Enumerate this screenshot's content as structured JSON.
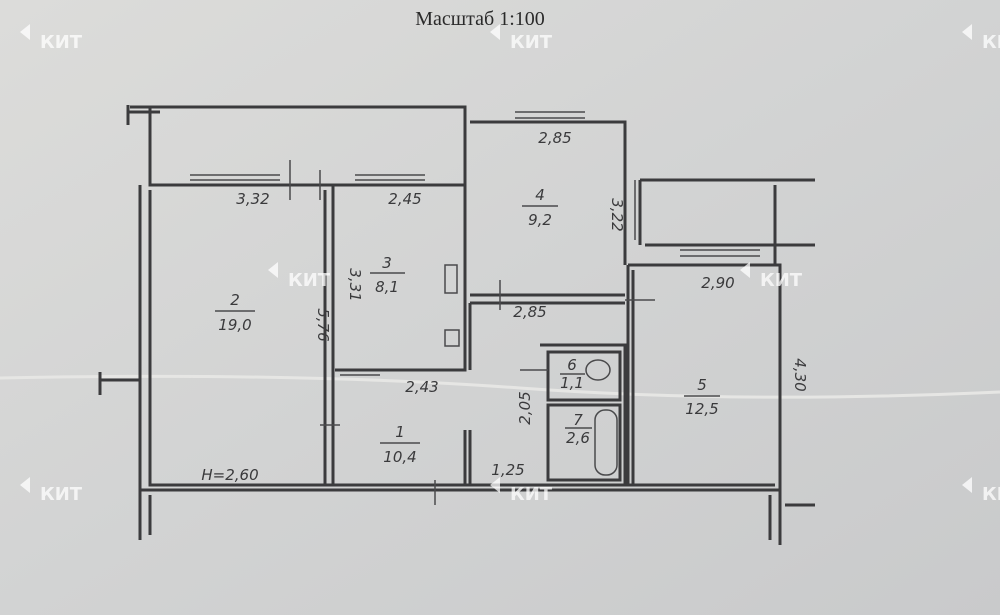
{
  "title": "Масштаб 1:100",
  "watermark": "КИТ",
  "rooms": [
    {
      "number": "1",
      "area": "10,4"
    },
    {
      "number": "2",
      "area": "19,0"
    },
    {
      "number": "3",
      "area": "8,1"
    },
    {
      "number": "4",
      "area": "9,2"
    },
    {
      "number": "5",
      "area": "12,5"
    },
    {
      "number": "6",
      "area": "1,1"
    },
    {
      "number": "7",
      "area": "2,6"
    }
  ],
  "dimensions": {
    "room2_width": "3,32",
    "room3_width": "2,45",
    "room4_width_top": "2,85",
    "room4_depth": "3,22",
    "room3_depth": "3,31",
    "room2_depth": "5,76",
    "corridor_width": "2,85",
    "room5_width": "2,90",
    "room5_depth": "4,30",
    "hall_width": "2,43",
    "bath_depth": "2,05",
    "entry_width": "1,25",
    "ceiling_height": "H=2,60"
  }
}
